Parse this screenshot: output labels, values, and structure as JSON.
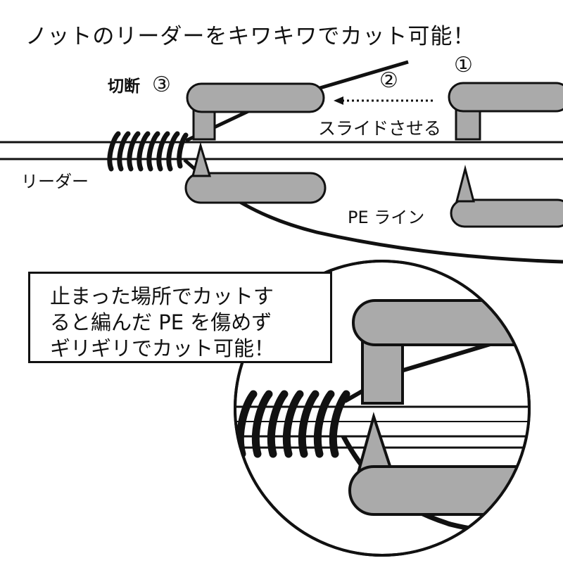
{
  "title": "ノットのリーダーをキワキワでカット可能！",
  "labels": {
    "cut": "切断",
    "leader": "リーダー",
    "pe_line": "PE ライン",
    "slide": "スライドさせる"
  },
  "steps": {
    "step1": "①",
    "step2": "②",
    "step3": "③"
  },
  "callout": {
    "lines": [
      "止まった場所でカットす",
      "ると編んだ PE を傷めず",
      "ギリギリでカット可能！"
    ]
  },
  "colors": {
    "tool_gray": "#aaaaaa",
    "outline": "#111111",
    "background": "#ffffff"
  }
}
